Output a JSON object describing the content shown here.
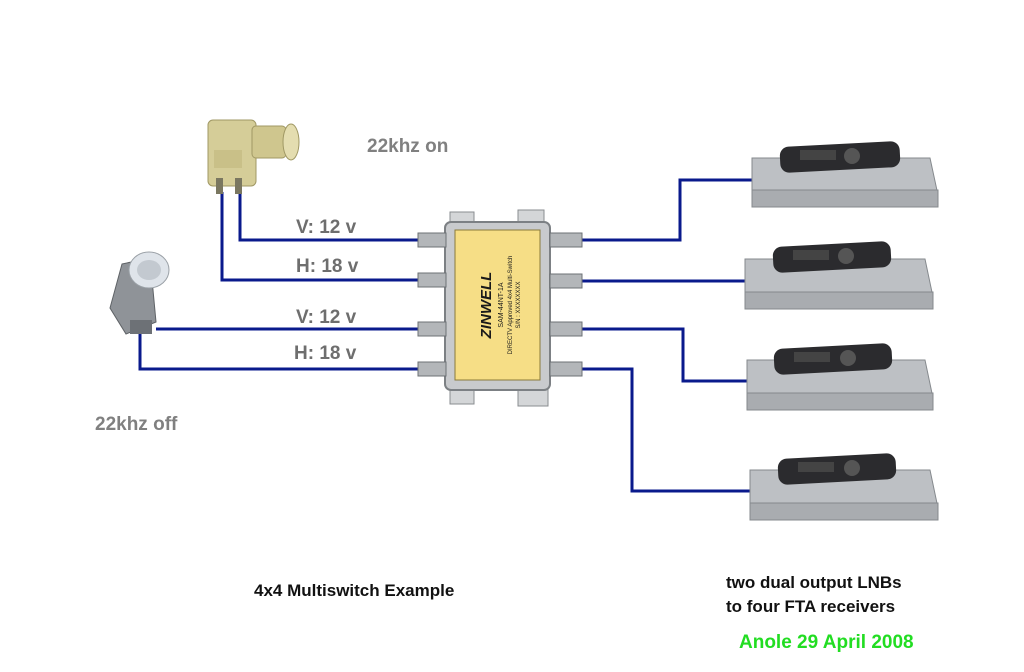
{
  "labels": {
    "lnb_top": "22khz on",
    "lnb_bottom": "22khz off",
    "title": "4x4 Multiswitch Example",
    "summary_line1": "two dual output LNBs",
    "summary_line2": "to four FTA receivers",
    "credit": "Anole 29 April 2008"
  },
  "signals": [
    {
      "text": "V: 12 v"
    },
    {
      "text": "H: 18 v"
    },
    {
      "text": "V: 12 v"
    },
    {
      "text": "H: 18 v"
    }
  ],
  "switch": {
    "brand": "ZINWELL",
    "model": "SAM-44NT-1A",
    "desc": "DIRECTV Approved 4x4 Multi-Switch",
    "serial": "S/N : XXXXXXXX"
  },
  "colors": {
    "cable": "#0a1a8c",
    "switch_label": "#f6de86",
    "lnb_top": "#d7cf9a",
    "lnb_bottom": "#8f9398",
    "receiver": "#b9bcc0"
  }
}
